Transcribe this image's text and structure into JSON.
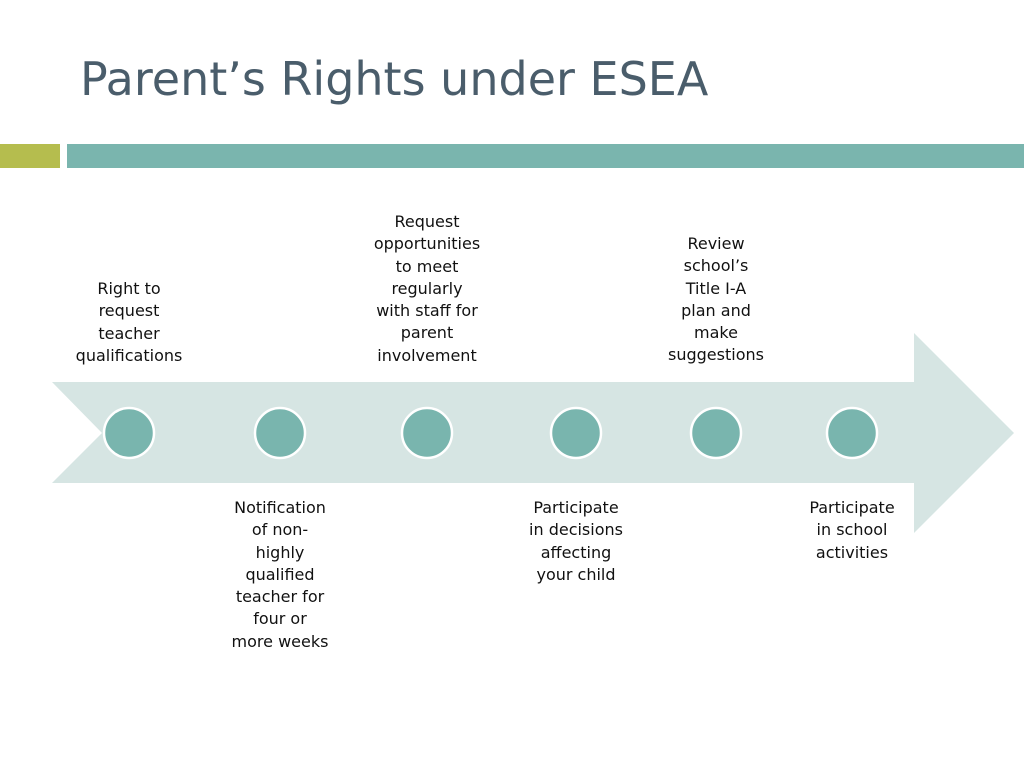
{
  "title": "Parent’s Rights under ESEA",
  "colors": {
    "title": "#4a5d6b",
    "accent_bar": "#b5bd4e",
    "main_bar": "#7ab5ae",
    "arrow": "#d6e5e3",
    "node_fill": "#79b5ae",
    "node_stroke": "#ffffff"
  },
  "steps": [
    {
      "label": "Right to\nrequest\nteacher\nqualifications",
      "position": "above"
    },
    {
      "label": "Notification\nof non-\nhighly\nqualified\nteacher for\nfour or\nmore weeks",
      "position": "below"
    },
    {
      "label": "Request\nopportunities\nto meet\nregularly\nwith staff for\nparent\ninvolvement",
      "position": "above"
    },
    {
      "label": "Participate\nin decisions\naffecting\nyour child",
      "position": "below"
    },
    {
      "label": "Review\nschool’s\nTitle I-A\nplan and\nmake\nsuggestions",
      "position": "above"
    },
    {
      "label": "Participate\nin school\nactivities",
      "position": "below"
    }
  ]
}
